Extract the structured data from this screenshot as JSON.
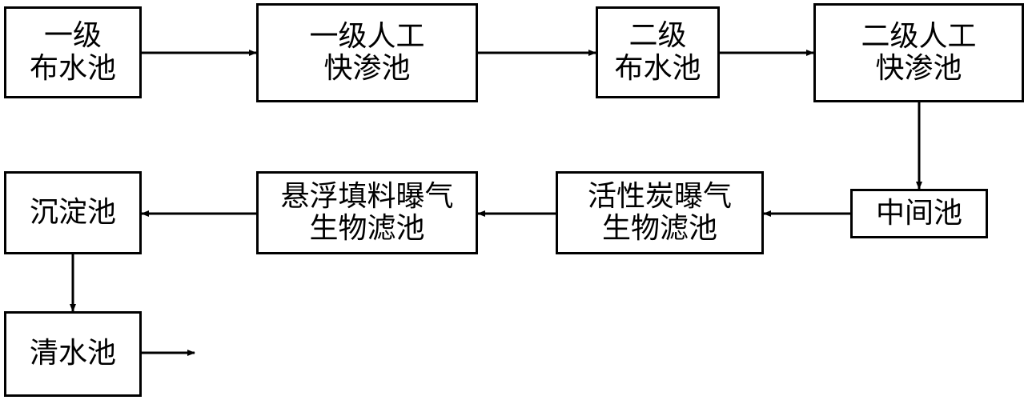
{
  "nodes": {
    "primary_distribution_pool": {
      "lines": [
        "一级",
        "布水池"
      ]
    },
    "primary_rapid_infiltration_pool": {
      "lines": [
        "一级人工",
        "快渗池"
      ]
    },
    "secondary_distribution_pool": {
      "lines": [
        "二级",
        "布水池"
      ]
    },
    "secondary_rapid_infiltration_pool": {
      "lines": [
        "二级人工",
        "快渗池"
      ]
    },
    "intermediate_pool": {
      "lines": [
        "中间池"
      ]
    },
    "activated_carbon_baf": {
      "lines": [
        "活性炭曝气",
        "生物滤池"
      ]
    },
    "suspended_filler_baf": {
      "lines": [
        "悬浮填料曝气",
        "生物滤池"
      ]
    },
    "sedimentation_tank": {
      "lines": [
        "沉淀池"
      ]
    },
    "clear_water_pool": {
      "lines": [
        "清水池"
      ]
    }
  },
  "edges": [
    [
      "primary_distribution_pool",
      "primary_rapid_infiltration_pool"
    ],
    [
      "primary_rapid_infiltration_pool",
      "secondary_distribution_pool"
    ],
    [
      "secondary_distribution_pool",
      "secondary_rapid_infiltration_pool"
    ],
    [
      "secondary_rapid_infiltration_pool",
      "intermediate_pool"
    ],
    [
      "intermediate_pool",
      "activated_carbon_baf"
    ],
    [
      "activated_carbon_baf",
      "suspended_filler_baf"
    ],
    [
      "suspended_filler_baf",
      "sedimentation_tank"
    ],
    [
      "sedimentation_tank",
      "clear_water_pool"
    ],
    [
      "clear_water_pool",
      "outlet"
    ]
  ]
}
